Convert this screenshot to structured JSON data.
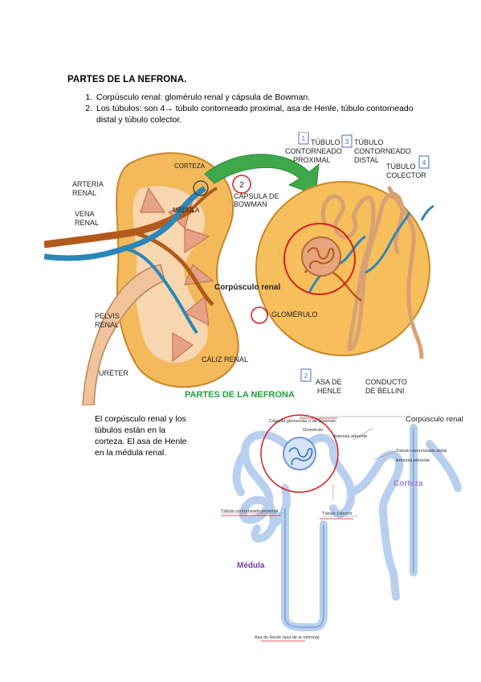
{
  "document": {
    "heading": "PARTES DE LA NEFRONA.",
    "list": [
      "Corpúsculo renal: glomérulo renal y cápsula de Bowman.",
      "Los túbulos: son 4→ túbulo contorneado proximal, asa de Henle, túbulo contorneado distal y túbulo colector."
    ],
    "paragraph": [
      "El corpúsculo renal y los",
      "túbulos están en la",
      "corteza. El asa de Henle",
      "en la médula renal."
    ]
  },
  "figure1": {
    "corteza": "CORTEZA",
    "medula": "MÉDULA",
    "arteria": [
      "ARTERIA",
      "RENAL"
    ],
    "vena": [
      "VENA",
      "RENAL"
    ],
    "pelvis": [
      "PELVIS",
      "RENAL"
    ],
    "caliz": "CÁLIZ RENAL",
    "ureter": "URÉTER",
    "capsula": [
      "CÁPSULA DE",
      "BOWMAN"
    ],
    "corpusculo": "Corpúsculo renal",
    "glomerulo": "GLOMÉRULO",
    "tubulo_proximal": [
      "TÚBULO",
      "CONTORNEADO",
      "PROXIMAL"
    ],
    "tubulo_distal": [
      "TÚBULO",
      "CONTORNEADO",
      "DISTAL"
    ],
    "tubulo_colector": [
      "TÚBULO",
      "COLECTOR"
    ],
    "asa": [
      "ASA DE",
      "HENLE"
    ],
    "conducto": [
      "CONDUCTO",
      "DE BELLINI"
    ],
    "num1": "1",
    "num2": "2",
    "num3": "3",
    "num4": "4",
    "num2b": "2",
    "caption": "PARTES DE LA NEFRONA"
  },
  "figure2": {
    "corpusculo": "Corpúsculo renal",
    "capsula": "Cápsula glomerular o de Bowman",
    "glomerulo": "Glomérulo",
    "arteriola_aferente": "Arteriola aferente",
    "tubulo_distal": "Túbulo contorneado distal",
    "arteriola_eferente": "Arteriola eferente",
    "proximal": "Túbulo contorneado proximal",
    "colector": "Túbulo colector",
    "corteza": "Corteza",
    "medula": "Médula",
    "asa": "Asa de Henle (asa de la nefrona)"
  },
  "colors": {
    "green": "#1fa33a",
    "red": "#d42020",
    "orange": "#f5c46a",
    "blue": "#9fbfe6"
  }
}
